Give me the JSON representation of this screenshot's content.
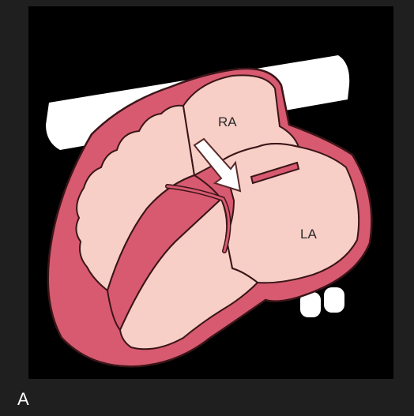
{
  "diagram": {
    "labels": {
      "right_atrium": "RA",
      "left_atrium": "LA"
    },
    "colors": {
      "background": "#000000",
      "heart_wall": "#d85a70",
      "chamber": "#f7cfc6",
      "outline": "#3a1518",
      "vessel": "#ffffff"
    }
  },
  "panel_letter": "A"
}
